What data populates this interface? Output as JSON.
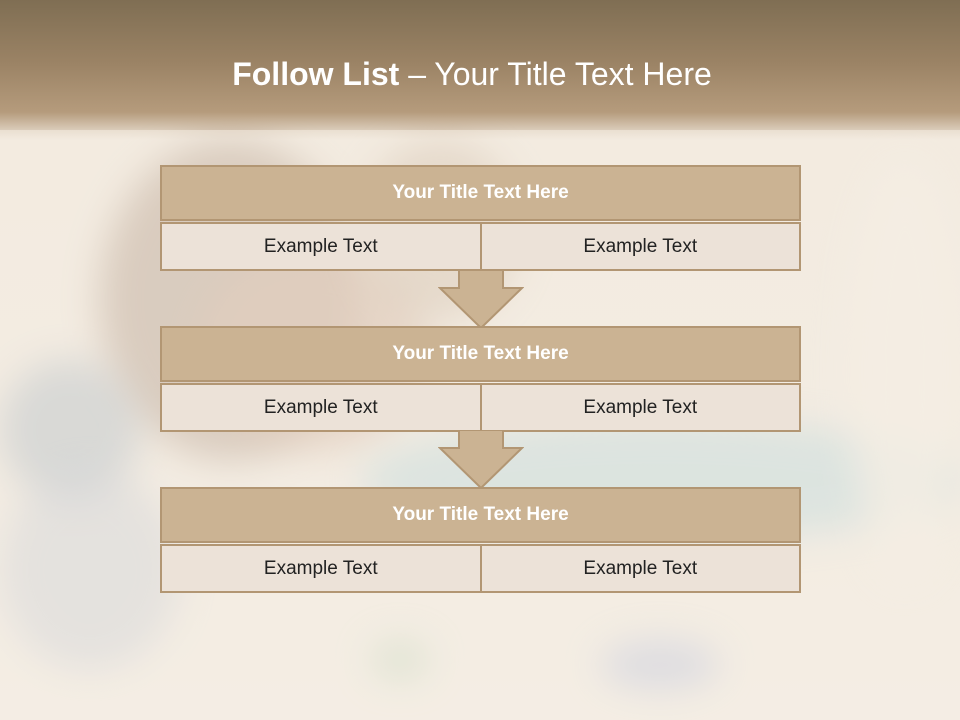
{
  "slide": {
    "title_bold": "Follow List",
    "title_rest": " – Your Title Text Here",
    "blocks": [
      {
        "title": "Your Title Text Here",
        "left": "Example Text",
        "right": "Example Text"
      },
      {
        "title": "Your Title Text Here",
        "left": "Example Text",
        "right": "Example Text"
      },
      {
        "title": "Your Title Text Here",
        "left": "Example Text",
        "right": "Example Text"
      }
    ]
  },
  "colors": {
    "header_band": "#9b8365",
    "box_title_fill": "#cbb393",
    "box_border": "#b29673",
    "cell_fill": "#ece2d8",
    "arrow_fill": "#cbb393"
  }
}
